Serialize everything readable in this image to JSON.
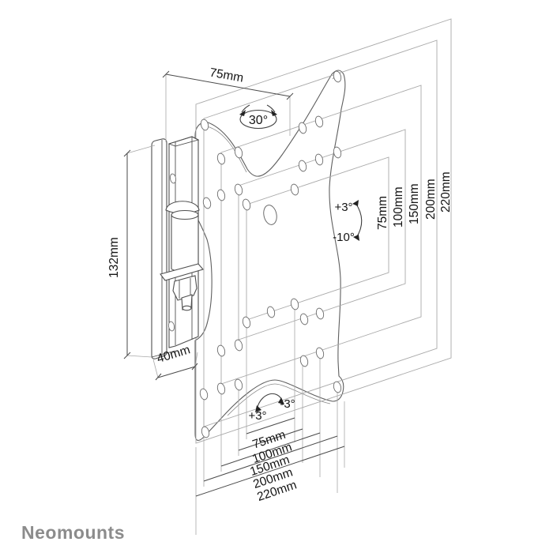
{
  "drawing": {
    "brand": "Neomounts",
    "dimensions": {
      "top_width": "75mm",
      "bracket_height": "132mm",
      "bracket_depth": "40mm"
    },
    "angles": {
      "swivel": "30°",
      "tilt_up": "+3°",
      "tilt_down": "-10°",
      "level_plus": "+3°",
      "level_minus": "-3°"
    },
    "vesa_vertical": [
      "75mm",
      "100mm",
      "150mm",
      "200mm",
      "220mm"
    ],
    "vesa_horizontal": [
      "75mm",
      "100mm",
      "150mm",
      "200mm",
      "220mm"
    ]
  }
}
